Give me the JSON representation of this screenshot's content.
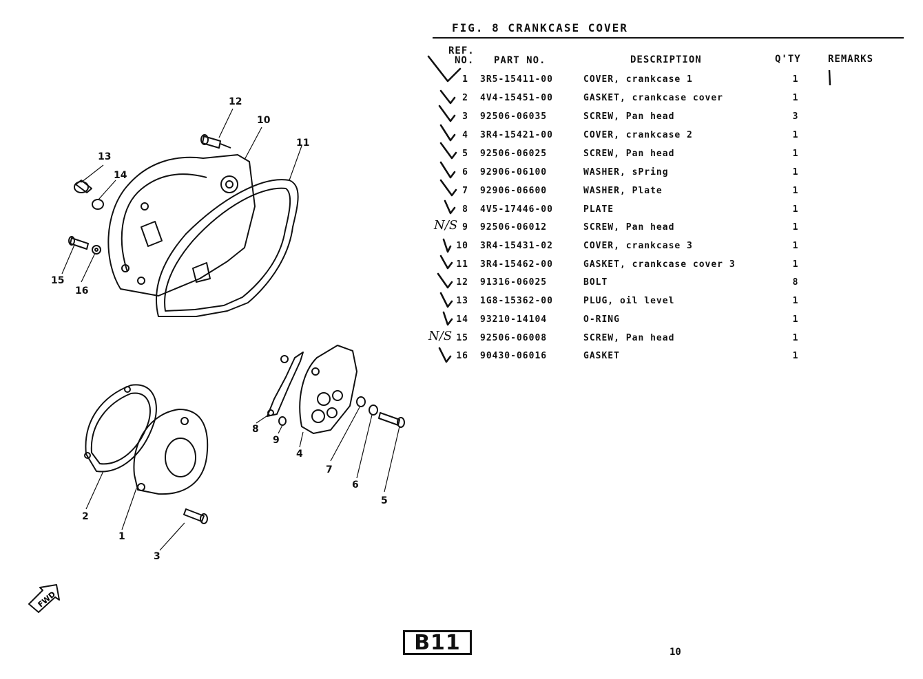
{
  "figure": {
    "title": "FIG. 8 CRANKCASE COVER",
    "page_stamp": "B11",
    "page_number": "10",
    "fwd_label": "FWD"
  },
  "table": {
    "headers": {
      "ref_top": "REF.",
      "ref_bottom": "NO.",
      "part_no": "PART NO.",
      "description": "DESCRIPTION",
      "qty": "Q'TY",
      "remarks": "REMARKS"
    },
    "rows": [
      {
        "ref": "1",
        "part_no": "3R5-15411-00",
        "description": "COVER, crankcase 1",
        "qty": "1"
      },
      {
        "ref": "2",
        "part_no": "4V4-15451-00",
        "description": "GASKET, crankcase cover",
        "qty": "1"
      },
      {
        "ref": "3",
        "part_no": "92506-06035",
        "description": "SCREW, Pan head",
        "qty": "3"
      },
      {
        "ref": "4",
        "part_no": "3R4-15421-00",
        "description": "COVER, crankcase 2",
        "qty": "1"
      },
      {
        "ref": "5",
        "part_no": "92506-06025",
        "description": "SCREW, Pan head",
        "qty": "1"
      },
      {
        "ref": "6",
        "part_no": "92906-06100",
        "description": "WASHER, sPring",
        "qty": "1"
      },
      {
        "ref": "7",
        "part_no": "92906-06600",
        "description": "WASHER, Plate",
        "qty": "1"
      },
      {
        "ref": "8",
        "part_no": "4V5-17446-00",
        "description": "PLATE",
        "qty": "1"
      },
      {
        "ref": "9",
        "part_no": "92506-06012",
        "description": "SCREW, Pan head",
        "qty": "1"
      },
      {
        "ref": "10",
        "part_no": "3R4-15431-02",
        "description": "COVER, crankcase 3",
        "qty": "1"
      },
      {
        "ref": "11",
        "part_no": "3R4-15462-00",
        "description": "GASKET, crankcase cover 3",
        "qty": "1"
      },
      {
        "ref": "12",
        "part_no": "91316-06025",
        "description": "BOLT",
        "qty": "8"
      },
      {
        "ref": "13",
        "part_no": "1G8-15362-00",
        "description": "PLUG, oil level",
        "qty": "1"
      },
      {
        "ref": "14",
        "part_no": "93210-14104",
        "description": "O-RING",
        "qty": "1"
      },
      {
        "ref": "15",
        "part_no": "92506-06008",
        "description": "SCREW, Pan head",
        "qty": "1"
      },
      {
        "ref": "16",
        "part_no": "90430-06016",
        "description": "GASKET",
        "qty": "1"
      }
    ],
    "handwritten_notes": [
      "N/S",
      "N/S"
    ]
  },
  "callouts": [
    "12",
    "10",
    "11",
    "13",
    "14",
    "15",
    "16",
    "8",
    "9",
    "4",
    "7",
    "6",
    "5",
    "2",
    "1",
    "3"
  ]
}
